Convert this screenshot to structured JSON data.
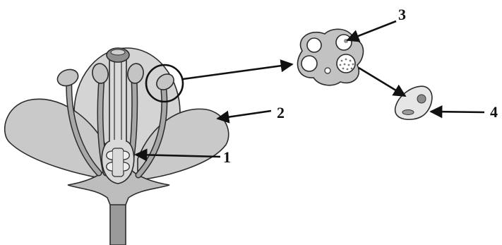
{
  "labels": {
    "ovary": "1",
    "petal": "2",
    "pollen_sac": "3",
    "pollen_grain": "4"
  },
  "colors": {
    "petal_fill": "#c9c9c9",
    "receptacle_fill": "#d9d9d9",
    "stalk_fill": "#a8a8a8",
    "stigma_fill": "#8f8f8f",
    "outline": "#2b2b2b",
    "arrow": "#111111"
  }
}
